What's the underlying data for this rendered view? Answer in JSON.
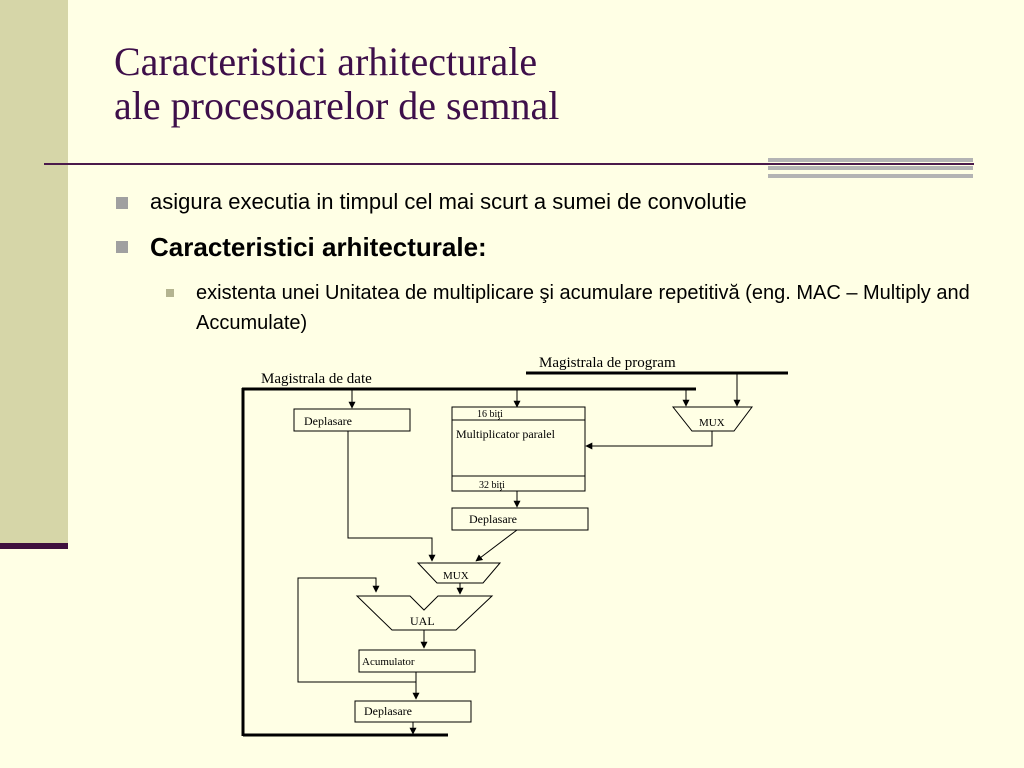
{
  "title": {
    "line1": "Caracteristici arhitecturale",
    "line2": "ale procesoarelor de semnal"
  },
  "bullets": [
    {
      "level": 1,
      "text": "asigura executia in timpul cel mai scurt a sumei de convolutie"
    },
    {
      "level": 1,
      "text": "Caracteristici arhitecturale:"
    },
    {
      "level": 2,
      "text": "existenta unei Unitatea de multiplicare şi acumulare repetitivă (eng. MAC – Multiply and Accumulate)"
    }
  ],
  "diagram": {
    "program_bus": "Magistrala de program",
    "data_bus": "Magistrala de date",
    "shift_input": "Deplasare",
    "width_in": "16 biţi",
    "multiplier": "Multiplicator paralel",
    "width_out": "32 biţi",
    "shift_product": "Deplasare",
    "mux_program": "MUX",
    "mux_main": "MUX",
    "alu": "UAL",
    "accumulator": "Acumulator",
    "shift_output": "Deplasare"
  },
  "colors": {
    "background": "#FFFFE5",
    "title": "#3E0F4A",
    "band": "#D6D6A8",
    "band_bar": "#3E0F3E"
  }
}
